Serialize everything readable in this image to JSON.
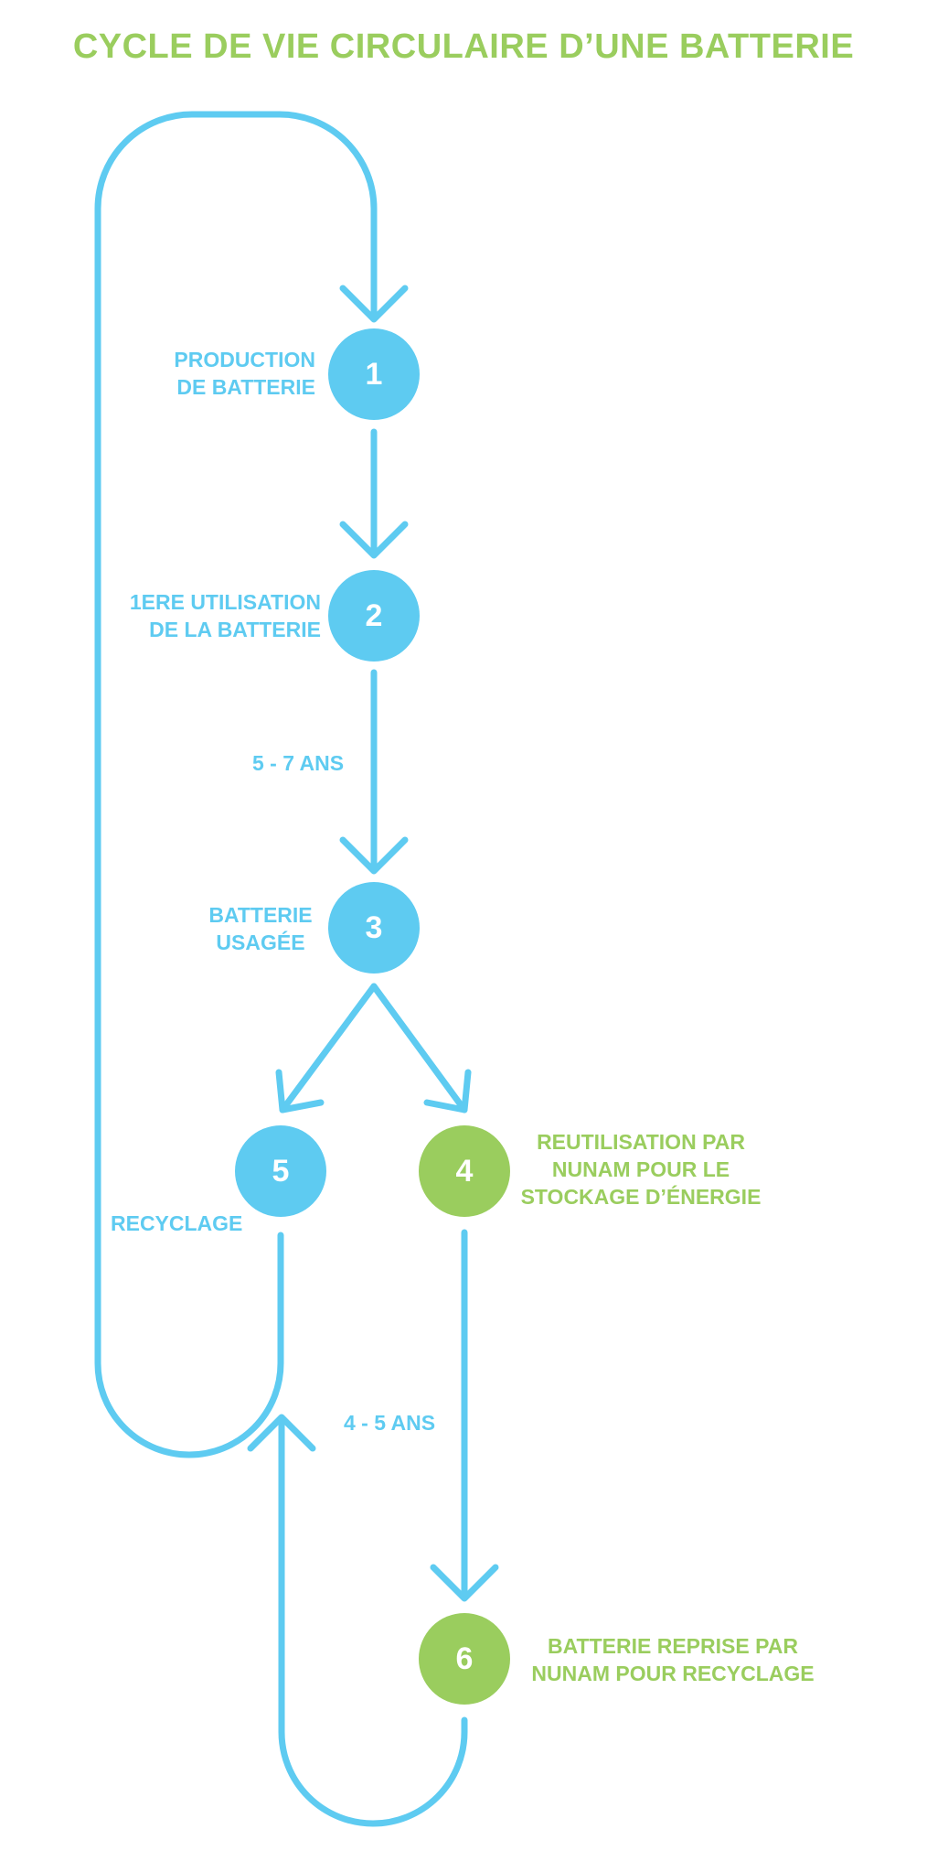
{
  "title": "CYCLE DE VIE CIRCULAIRE D’UNE BATTERIE",
  "colors": {
    "blue": "#5ECBF1",
    "green": "#9ACD5E",
    "white": "#FFFFFF"
  },
  "nodes": [
    {
      "number": "1",
      "label_lines": [
        "PRODUCTION",
        "DE BATTERIE"
      ],
      "color": "blue"
    },
    {
      "number": "2",
      "label_lines": [
        "1ERE UTILISATION",
        "DE LA BATTERIE"
      ],
      "color": "blue"
    },
    {
      "number": "3",
      "label_lines": [
        "BATTERIE",
        "USAGÉE"
      ],
      "color": "blue"
    },
    {
      "number": "4",
      "label_lines": [
        "REUTILISATION PAR",
        "NUNAM POUR LE",
        "STOCKAGE D’ÉNERGIE"
      ],
      "color": "green"
    },
    {
      "number": "5",
      "label_lines": [
        "RECYCLAGE"
      ],
      "color": "blue"
    },
    {
      "number": "6",
      "label_lines": [
        "BATTERIE REPRISE PAR",
        "NUNAM POUR RECYCLAGE"
      ],
      "color": "green"
    }
  ],
  "durations": {
    "first_use": "5 - 7 ANS",
    "reuse": "4 - 5 ANS"
  }
}
